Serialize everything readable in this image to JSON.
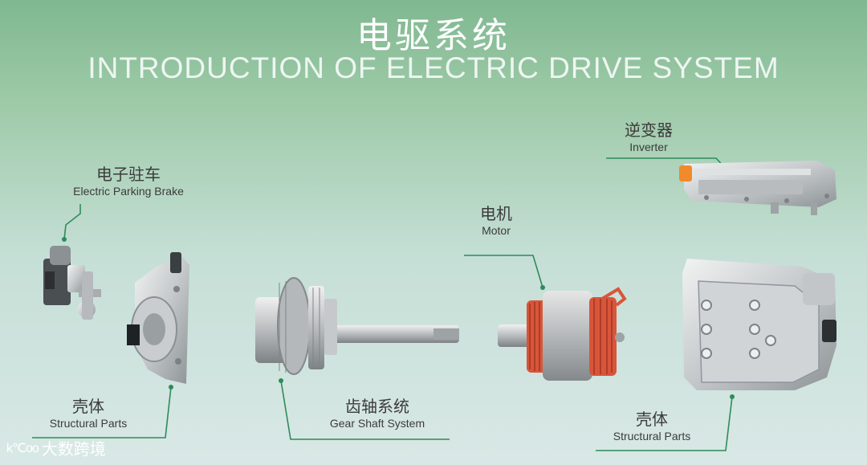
{
  "title": {
    "cn": "电驱系统",
    "en": "INTRODUCTION OF  ELECTRIC DRIVE SYSTEM"
  },
  "components": {
    "parking_brake": {
      "cn": "电子驻车",
      "en": "Electric Parking Brake"
    },
    "housing_left": {
      "cn": "壳体",
      "en": "Structural Parts"
    },
    "gear_shaft": {
      "cn": "齿轴系统",
      "en": "Gear Shaft System"
    },
    "motor": {
      "cn": "电机",
      "en": "Motor"
    },
    "inverter": {
      "cn": "逆变器",
      "en": "Inverter"
    },
    "housing_right": {
      "cn": "壳体",
      "en": "Structural Parts"
    }
  },
  "brand": {
    "logo": "k℃oo",
    "name": "大数跨境"
  },
  "colors": {
    "leader_line": "#2e8b5a",
    "motor_copper": "#d9553a",
    "metal": "#c8ccce"
  }
}
